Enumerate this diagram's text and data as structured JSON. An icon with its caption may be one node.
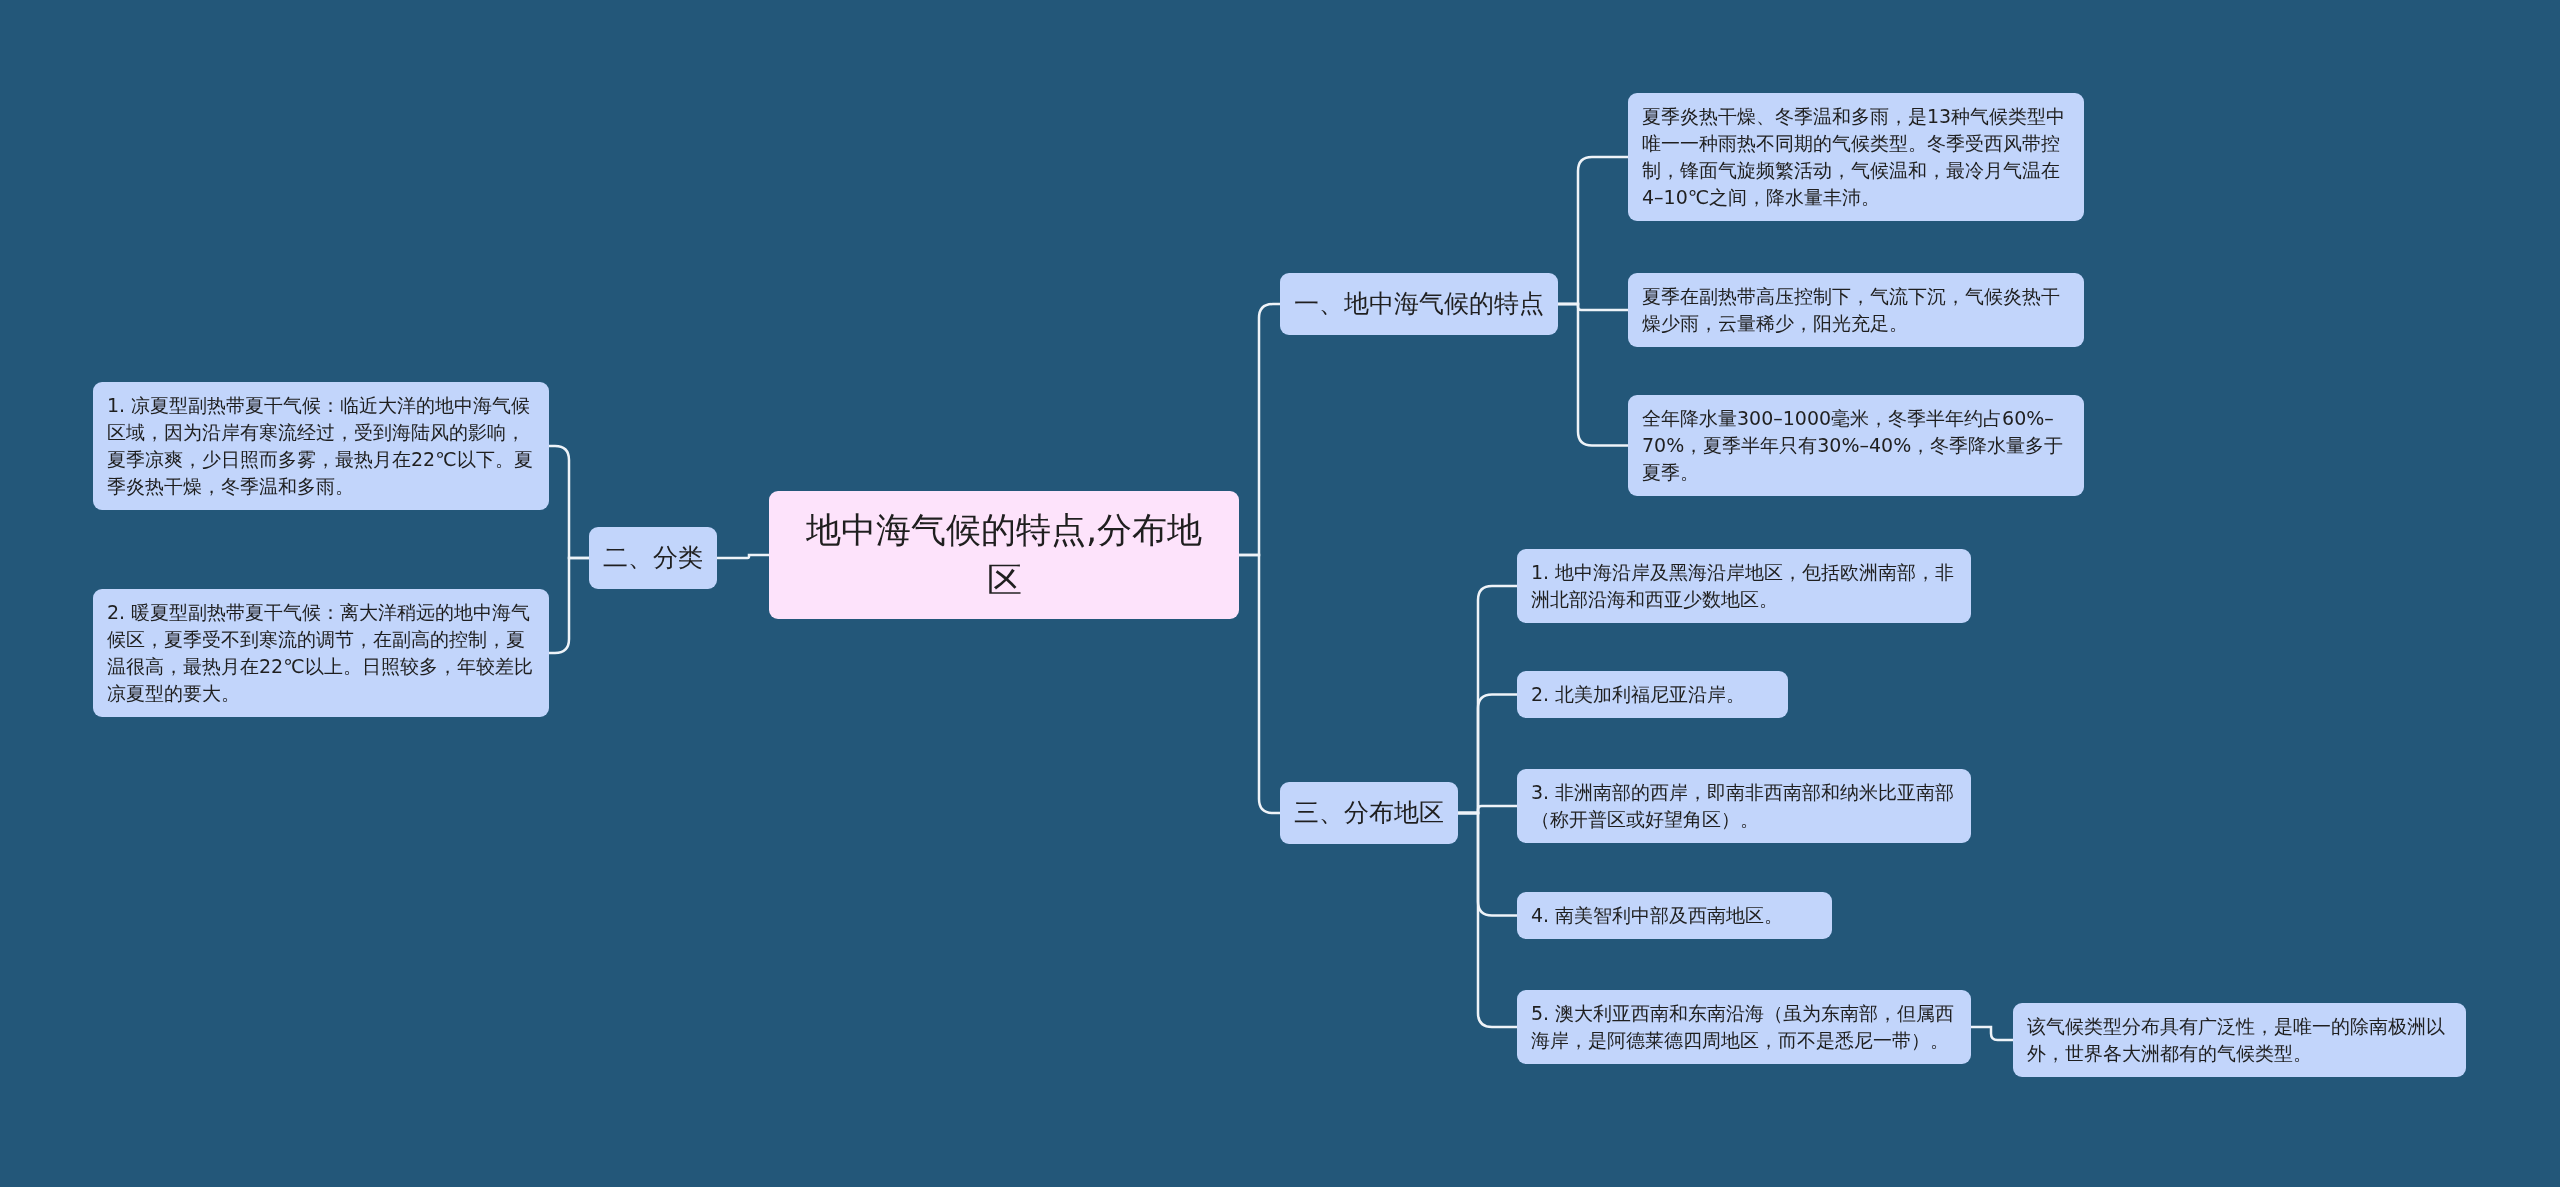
{
  "diagram": {
    "nodes": [
      {
        "text": [
          "地中海气候的特点,分布地区"
        ]
      },
      {
        "text": [
          "一、地中海气候的特点"
        ]
      },
      {
        "text": [
          "夏季炎热干燥、冬季温和多雨，是13种气候类型中唯一一种雨热不同期的气候类型。冬季受西风带控制，锋面气旋频繁活动，气候温和，最冷月气温在4–10℃之间，降水量丰沛。"
        ]
      },
      {
        "text": [
          "夏季在副热带高压控制下，气流下沉，气候炎热干燥少雨，云量稀少，阳光充足。"
        ]
      },
      {
        "text": [
          "全年降水量300–1000毫米，冬季半年约占60%–70%，夏季半年只有30%–40%，冬季降水量多于夏季。"
        ]
      },
      {
        "text": [
          "二、分类"
        ]
      },
      {
        "text": [
          "1. 凉夏型副热带夏干气候：临近大洋的地中海气候区域，因为沿岸有寒流经过，受到海陆风的影响，夏季凉爽，少日照而多雾，最热月在22℃以下。夏季炎热干燥，冬季温和多雨。"
        ]
      },
      {
        "text": [
          "2. 暖夏型副热带夏干气候：离大洋稍远的地中海气候区，夏季受不到寒流的调节，在副高的控制，夏温很高，最热月在22℃以上。日照较多，年较差比凉夏型的要大。"
        ]
      },
      {
        "text": [
          "三、分布地区"
        ]
      },
      {
        "text": [
          "1. 地中海沿岸及黑海沿岸地区，包括欧洲南部，非洲北部沿海和西亚少数地区。"
        ]
      },
      {
        "text": [
          "2. 北美加利福尼亚沿岸。"
        ]
      },
      {
        "text": [
          "3. 非洲南部的西岸，即南非西南部和纳米比亚南部（称开普区或好望角区）。"
        ]
      },
      {
        "text": [
          "4. 南美智利中部及西南地区。"
        ]
      },
      {
        "text": [
          "5. 澳大利亚西南和东南沿海（虽为东南部，但属西海岸，是阿德莱德四周地区，而不是悉尼一带）。"
        ]
      },
      {
        "text": [
          "该气候类型分布具有广泛性，是唯一的除南极洲以外，世界各大洲都有的气候类型。"
        ]
      }
    ],
    "edges": [
      {
        "from": 0,
        "to": 1,
        "arrow": "none"
      },
      {
        "from": 1,
        "to": 2,
        "arrow": "none"
      },
      {
        "from": 1,
        "to": 3,
        "arrow": "none"
      },
      {
        "from": 1,
        "to": 4,
        "arrow": "none"
      },
      {
        "from": 0,
        "to": 5,
        "arrow": "none"
      },
      {
        "from": 5,
        "to": 6,
        "arrow": "none"
      },
      {
        "from": 5,
        "to": 7,
        "arrow": "none"
      },
      {
        "from": 0,
        "to": 8,
        "arrow": "none"
      },
      {
        "from": 8,
        "to": 9,
        "arrow": "none"
      },
      {
        "from": 8,
        "to": 10,
        "arrow": "none"
      },
      {
        "from": 8,
        "to": 11,
        "arrow": "none"
      },
      {
        "from": 8,
        "to": 12,
        "arrow": "none"
      },
      {
        "from": 8,
        "to": 13,
        "arrow": "none"
      },
      {
        "from": 13,
        "to": 14,
        "arrow": "none"
      }
    ]
  }
}
